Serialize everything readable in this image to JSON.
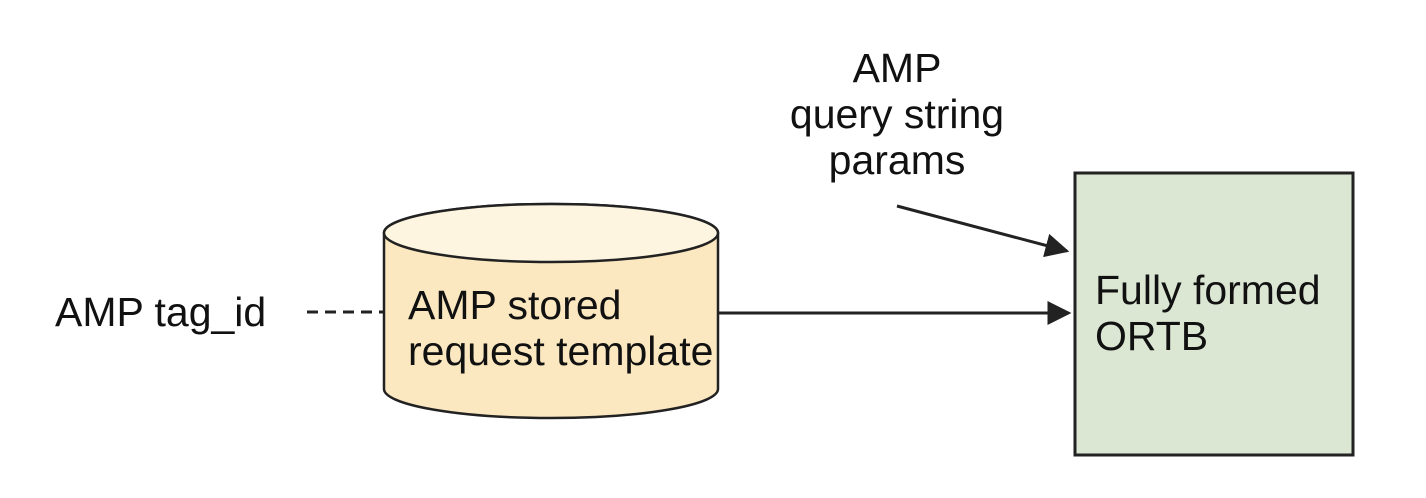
{
  "diagram": {
    "colors": {
      "background": "#ffffff",
      "stroke": "#222222",
      "text": "#111111",
      "cylinder_body_fill": "#fbe8c0",
      "cylinder_top_fill": "#fdf5e0",
      "ortb_box_fill": "#dbe7d3"
    },
    "nodes": {
      "tag_id_label": {
        "text": "AMP tag_id",
        "type": "text"
      },
      "stored_request": {
        "text": "AMP stored\nrequest template",
        "type": "cylinder"
      },
      "query_params_label": {
        "text": "AMP\nquery string\nparams",
        "type": "text"
      },
      "ortb_box": {
        "text": "Fully formed\nORTB",
        "type": "rectangle"
      }
    },
    "edges": [
      {
        "from": "tag_id_label",
        "to": "stored_request",
        "style": "dashed",
        "arrowhead": false
      },
      {
        "from": "stored_request",
        "to": "ortb_box",
        "style": "solid",
        "arrowhead": true
      },
      {
        "from": "query_params_label",
        "to": "ortb_box",
        "style": "solid",
        "arrowhead": true
      }
    ]
  }
}
